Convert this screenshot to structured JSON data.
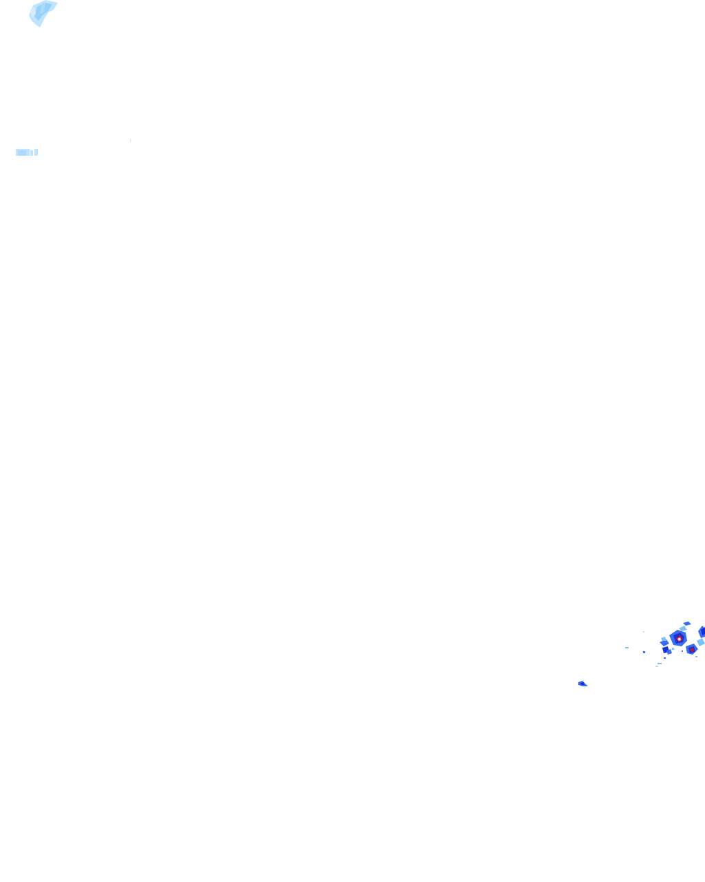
{
  "layer": {
    "type": "weather-radar-overlay",
    "background": "transparent",
    "legend_colors": {
      "light": "#b3e0ff",
      "light_mid": "#7cc4f5",
      "moderate": "#3a6cf0",
      "moderate_dark": "#1a2fd8",
      "heavy": "#0a1a9e",
      "intense": "#c8102e"
    }
  },
  "echo_regions": [
    {
      "name": "north-west-light-echo",
      "intensity": "light"
    },
    {
      "name": "west-light-echo-strip",
      "intensity": "light"
    },
    {
      "name": "south-east-cell-cluster",
      "intensity": "intense"
    },
    {
      "name": "south-east-isolated-cell",
      "intensity": "moderate"
    }
  ]
}
